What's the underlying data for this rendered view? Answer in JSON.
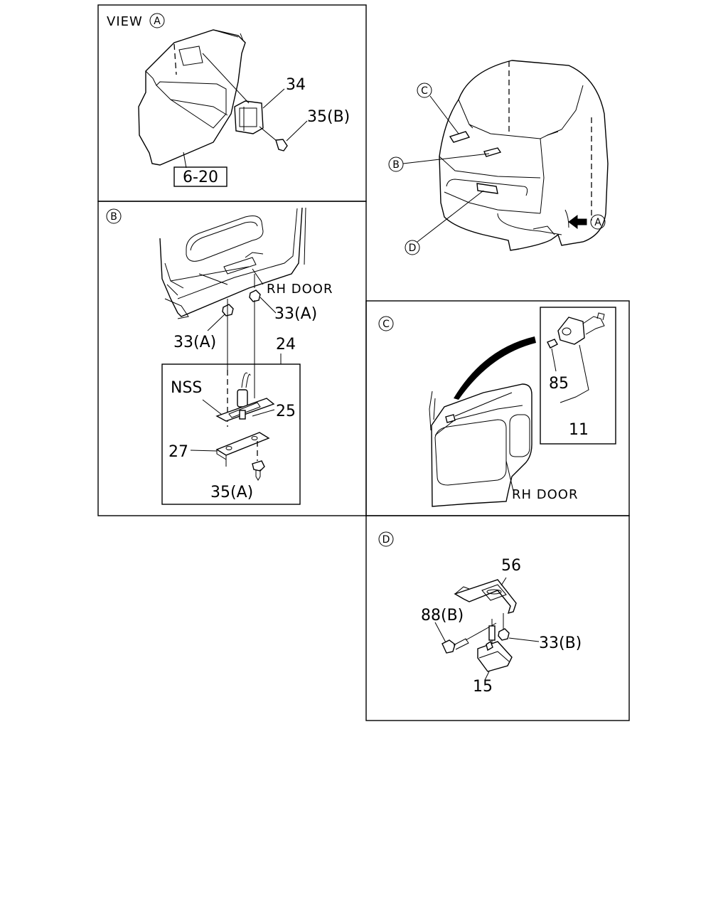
{
  "panel_view_a": {
    "title": "VIEW",
    "title_circle": "A",
    "callouts": {
      "p34": "34",
      "p35b": "35(B)",
      "ref": "6-20"
    }
  },
  "panel_b": {
    "circle": "B",
    "labels": {
      "rh_door": "RH DOOR",
      "p33a_right": "33(A)",
      "p33a_left": "33(A)",
      "p24": "24",
      "nss": "NSS",
      "p25": "25",
      "p27": "27",
      "p35a": "35(A)"
    }
  },
  "cab_overview": {
    "circles": {
      "c": "C",
      "b": "B",
      "d": "D",
      "a": "A"
    }
  },
  "panel_c": {
    "circle": "C",
    "labels": {
      "p85": "85",
      "p11": "11",
      "rh_door": "RH DOOR"
    }
  },
  "panel_d": {
    "circle": "D",
    "labels": {
      "p56": "56",
      "p88b": "88(B)",
      "p33b": "33(B)",
      "p15": "15"
    }
  }
}
